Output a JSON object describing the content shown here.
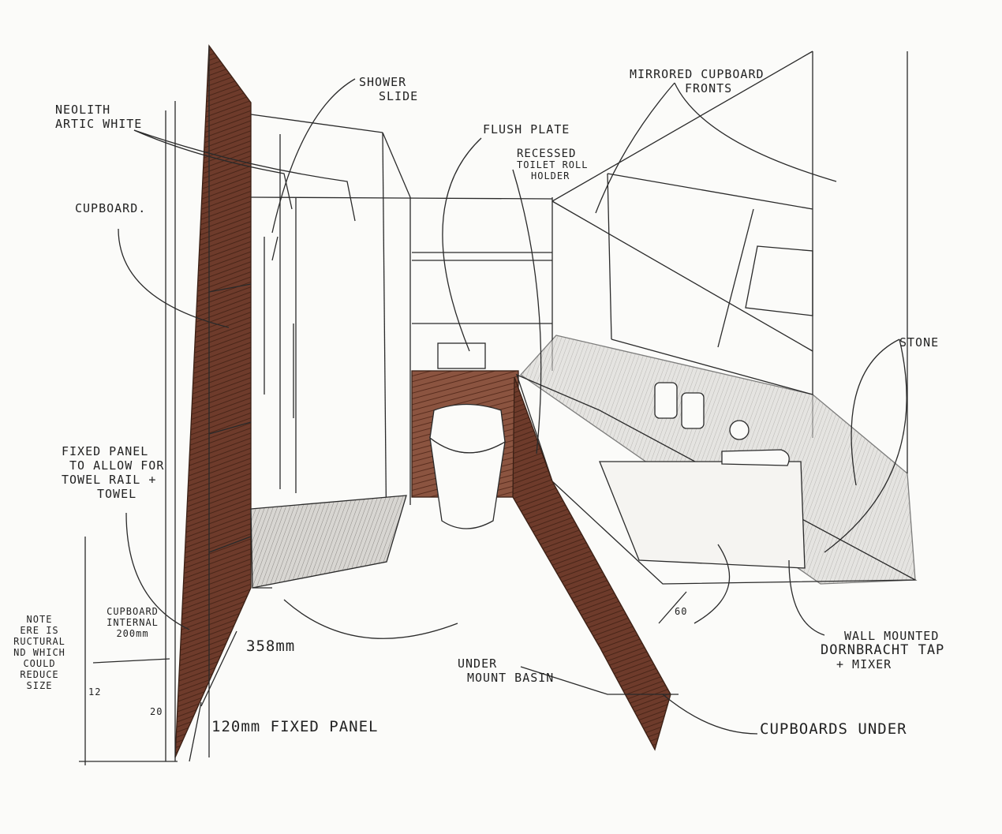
{
  "colors": {
    "paper": "#fbfbf9",
    "ink": "#2a2a2a",
    "timber": "#6b3a2c",
    "timber_dark": "#3e2219",
    "stone": "#8a8680"
  },
  "labels": {
    "neolith": [
      "NEOLITH",
      "ARTIC WHITE"
    ],
    "shower_slide": [
      "SHOWER",
      "SLIDE"
    ],
    "mirrored": [
      "MIRRORED CUPBOARD",
      "FRONTS"
    ],
    "flush_plate": "FLUSH PLATE",
    "recessed": [
      "RECESSED",
      "TOILET ROLL",
      "HOLDER"
    ],
    "cupboard": "CUPBOARD.",
    "stone": "STONE",
    "fixed_panel": [
      "FIXED PANEL",
      "TO ALLOW FOR",
      "TOWEL RAIL +",
      "TOWEL"
    ],
    "note": [
      "NOTE",
      "ERE IS",
      "RUCTURAL",
      "ND WHICH",
      "COULD",
      "REDUCE",
      "SIZE"
    ],
    "cupboard_internal": [
      "CUPBOARD",
      "INTERNAL",
      "200mm"
    ],
    "dim_358": "358mm",
    "dim_60": "60",
    "dim_20": "20",
    "dim_12": "12",
    "fixed_120": "120mm FIXED PANEL",
    "under_mount": [
      "UNDER",
      "MOUNT BASIN"
    ],
    "wall_mounted": [
      "WALL MOUNTED",
      "DORNBRACHT TAP",
      "+ MIXER"
    ],
    "cupboards_under": "CUPBOARDS UNDER"
  }
}
